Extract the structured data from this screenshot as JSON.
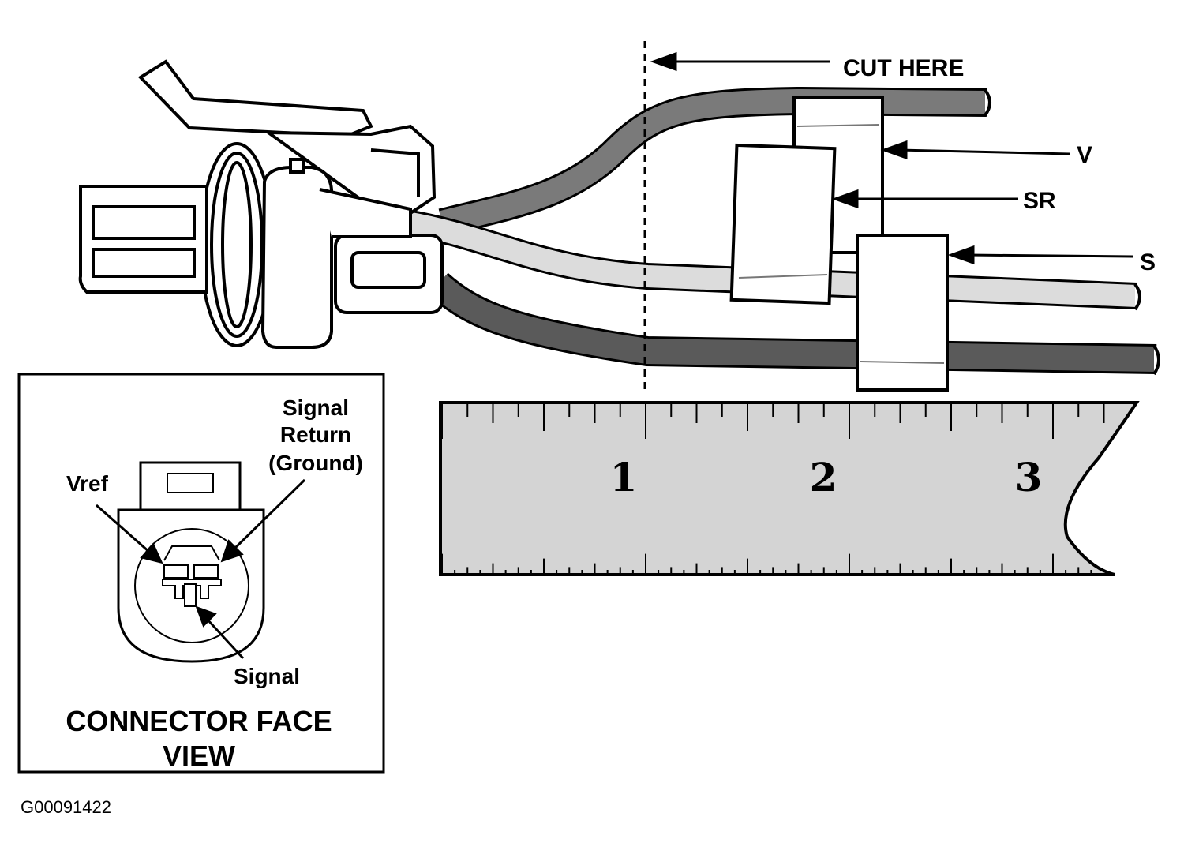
{
  "labels": {
    "cut_here": "CUT HERE",
    "wire_v": "V",
    "wire_sr": "SR",
    "wire_s": "S"
  },
  "ruler": {
    "numbers": [
      "1",
      "2",
      "3"
    ]
  },
  "inset": {
    "signal_return_line1": "Signal",
    "signal_return_line2": "Return",
    "signal_return_line3": "(Ground)",
    "vref": "Vref",
    "signal": "Signal",
    "title_line1": "CONNECTOR FACE",
    "title_line2": "VIEW"
  },
  "figure_id": "G00091422",
  "colors": {
    "ink": "#000000",
    "wire_dark": "#5a5a5a",
    "wire_mid": "#7a7a7a",
    "wire_light": "#d8d8d8",
    "ruler_fill": "#d4d4d4",
    "paper": "#ffffff"
  }
}
